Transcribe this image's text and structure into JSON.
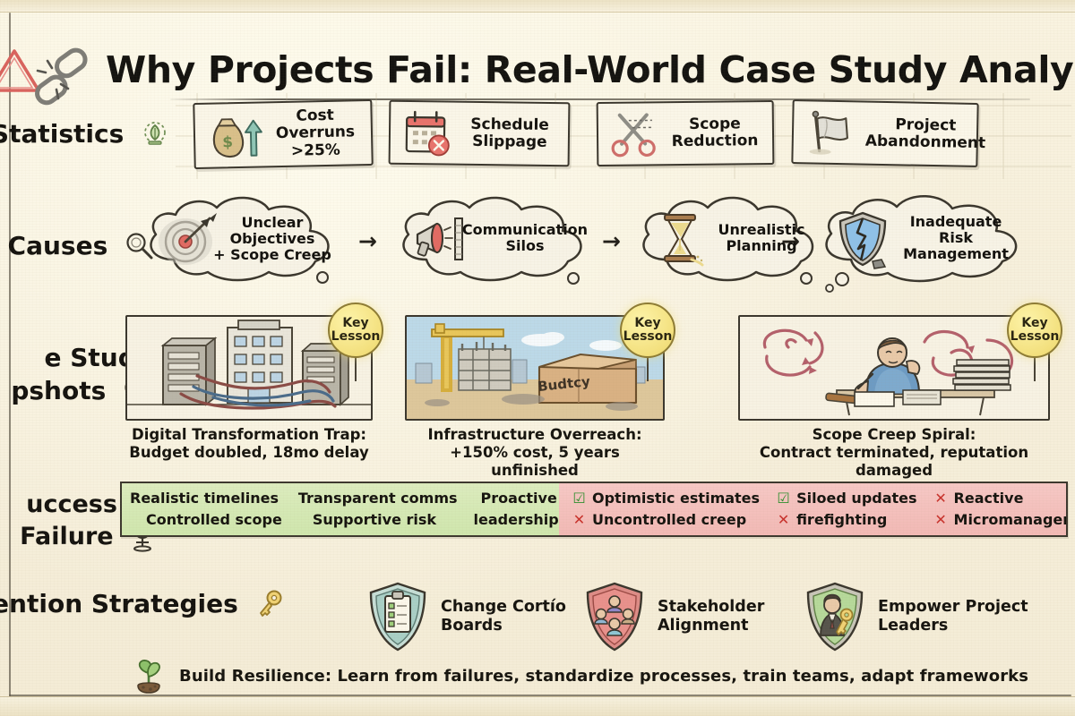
{
  "header": {
    "title": "Why Projects Fail: Real-World Case Study Analysis",
    "corner_icons": [
      "warning-triangle-icon",
      "broken-chain-icon"
    ]
  },
  "rows": {
    "statistics": {
      "label_line1": "re Statistics",
      "label_full": "Failure Statistics",
      "label_icon": "lightbulb-eco-icon",
      "cards": [
        {
          "icon": "money-bag-up-arrow-icon",
          "label": "Cost\nOverruns\n>25%",
          "l1": "Cost",
          "l2": "Overruns",
          "l3": ">25%"
        },
        {
          "icon": "calendar-cross-icon",
          "label": "Schedule\nSlippage",
          "l1": "Schedule",
          "l2": "Slippage",
          "l3": ""
        },
        {
          "icon": "scissors-icon",
          "label": "Scope\nReduction",
          "l1": "Scope",
          "l2": "Reduction",
          "l3": ""
        },
        {
          "icon": "white-flag-icon",
          "label": "Project\nAbandonment",
          "l1": "Project",
          "l2": "Abandonment",
          "l3": ""
        }
      ]
    },
    "causes": {
      "label_line1": "t Causes",
      "label_full": "Root Causes",
      "label_icon": "magnifying-glass-icon",
      "arrow": "→",
      "clouds": [
        {
          "icon": "target-arrow-icon",
          "l1": "Unclear",
          "l2": "Objectives",
          "l3": "+ Scope Creep"
        },
        {
          "icon": "megaphone-wall-icon",
          "l1": "Communication",
          "l2": "Silos",
          "l3": ""
        },
        {
          "icon": "hourglass-icon",
          "l1": "Unrealistic",
          "l2": "Planning",
          "l3": ""
        },
        {
          "icon": "cracked-shield-icon",
          "l1": "Inadequate",
          "l2": "Risk",
          "l3": "Management"
        }
      ]
    },
    "case_studies": {
      "label_line1": "e Study",
      "label_line2": "pshots",
      "label_full": "Case Study Snapshots",
      "label_icon": "magnifying-glass-icon",
      "badge_label_l1": "Key",
      "badge_label_l2": "Lesson",
      "items": [
        {
          "scene": "server-racks-office-building-icon",
          "cap1": "Digital Transformation Trap:",
          "cap2": "Budget doubled, 18mo delay"
        },
        {
          "scene": "construction-crane-budget-box-icon",
          "box_text": "Budtcy",
          "cap1": "Infrastructure Overreach:",
          "cap2": "+150% cost, 5 years unfinished"
        },
        {
          "scene": "stressed-worker-desk-icon",
          "cap1": "Scope Creep Spiral:",
          "cap2": "Contract terminated, reputation damaged"
        }
      ]
    },
    "success_vs_failure": {
      "label_line1": "uccess vs",
      "label_line2": "Failure",
      "label_full": "Success vs Failure",
      "label_icon": "balance-scale-icon",
      "success": [
        {
          "l1": "Realistic timelines",
          "l2": "Controlled scope"
        },
        {
          "l1": "Transparent comms",
          "l2": "Supportive risk"
        },
        {
          "l1": "Proactive",
          "l2": "leadership"
        }
      ],
      "failure": [
        {
          "mark1": "☑",
          "l1": "Optimistic estimates",
          "mark2": "✕",
          "l2": "Uncontrolled creep"
        },
        {
          "mark1": "☑",
          "l1": "Siloed updates",
          "mark2": "✕",
          "l2": "firefighting"
        },
        {
          "mark1": "✕",
          "l1": "Reactive",
          "mark2": "✕",
          "l2": "Micromanagement"
        }
      ]
    },
    "prevention": {
      "label_line1": "revention Strategies",
      "label_full": "Prevention Strategies",
      "label_icon": "key-icon",
      "items": [
        {
          "icon": "shield-clipboard-icon",
          "l1": "Change Cortío",
          "l2": "Boards"
        },
        {
          "icon": "shield-people-icon",
          "l1": "Stakeholder",
          "l2": "Alignment"
        },
        {
          "icon": "shield-leader-key-icon",
          "l1": "Empower Project",
          "l2": "Leaders"
        }
      ]
    }
  },
  "footer": {
    "icon": "sprout-icon",
    "text": "Build Resilience: Learn from failures, standardize processes, train teams, adapt frameworks"
  },
  "colors": {
    "paper": "#f6f0dc",
    "ink": "#1d1b17",
    "success_green": "#cfe6ad",
    "failure_red": "#f2b9b5",
    "accent_yellow": "#f3e07e",
    "check_green": "#2f8f2f",
    "cross_red": "#c8322c"
  }
}
